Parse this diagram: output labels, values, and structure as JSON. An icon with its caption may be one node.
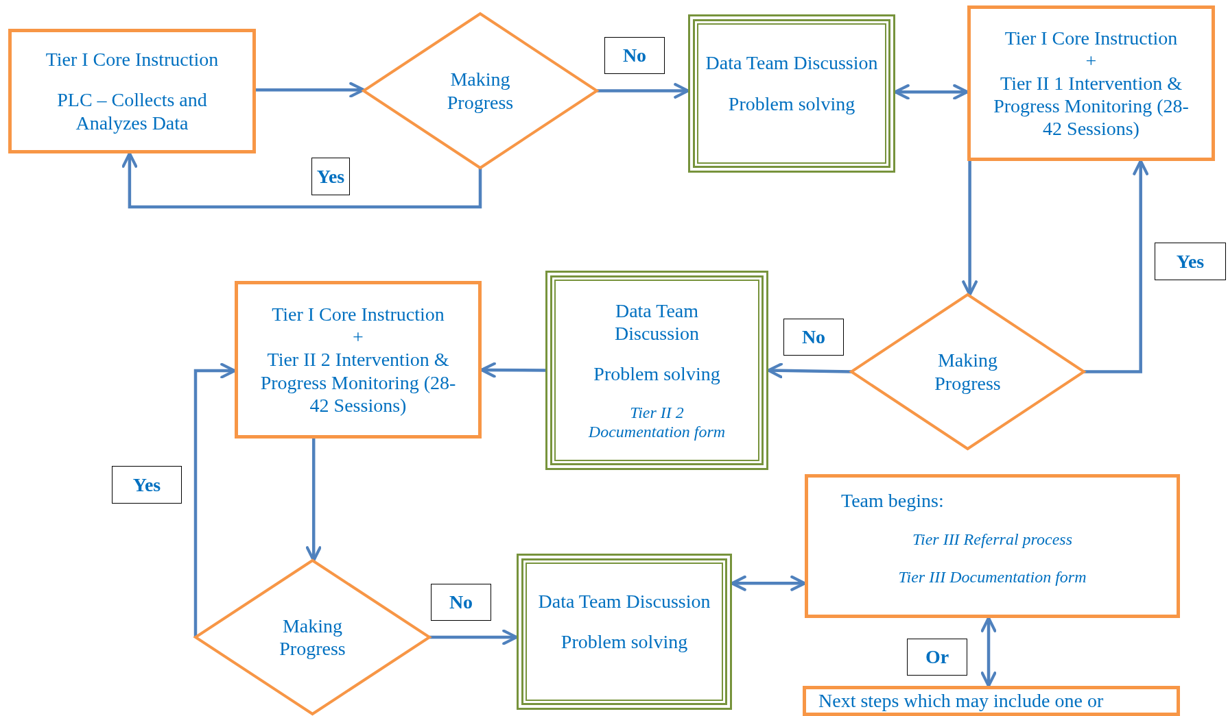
{
  "diagram": {
    "nodes": [
      {
        "text": [
          "Tier I Core Instruction",
          "PLC – Collects and Analyzes Data"
        ]
      },
      {
        "text": [
          "Making Progress"
        ]
      },
      {
        "text": [
          "Data Team Discussion",
          "Problem solving"
        ]
      },
      {
        "text": [
          "Tier I Core Instruction",
          "+",
          "Tier II 1 Intervention & Progress Monitoring (28-42 Sessions)"
        ]
      },
      {
        "text": [
          "Making Progress"
        ]
      },
      {
        "text": [
          "Data Team Discussion",
          "Problem solving",
          "Tier II 2 Documentation form"
        ]
      },
      {
        "text": [
          "Tier I Core Instruction",
          "+",
          "Tier II 2 Intervention & Progress Monitoring (28-42 Sessions)"
        ]
      },
      {
        "text": [
          "Making Progress"
        ]
      },
      {
        "text": [
          "Data Team Discussion",
          "Problem solving"
        ]
      },
      {
        "text": [
          "Team begins:",
          "Tier III Referral process",
          "Tier III Documentation form"
        ]
      },
      {
        "text": [
          "Next steps which may include one or"
        ]
      }
    ],
    "edges": [
      {
        "from": 0,
        "to": 1,
        "arrow": "to"
      },
      {
        "from": 1,
        "to": 2,
        "arrow": "to",
        "label": "No"
      },
      {
        "from": 1,
        "to": 0,
        "arrow": "to",
        "label": "Yes"
      },
      {
        "from": 2,
        "to": 3,
        "arrow": "both"
      },
      {
        "from": 3,
        "to": 4,
        "arrow": "to"
      },
      {
        "from": 4,
        "to": 3,
        "arrow": "to",
        "label": "Yes"
      },
      {
        "from": 4,
        "to": 5,
        "arrow": "to",
        "label": "No"
      },
      {
        "from": 5,
        "to": 6,
        "arrow": "to"
      },
      {
        "from": 6,
        "to": 7,
        "arrow": "to"
      },
      {
        "from": 7,
        "to": 6,
        "arrow": "to",
        "label": "Yes"
      },
      {
        "from": 7,
        "to": 8,
        "arrow": "to",
        "label": "No"
      },
      {
        "from": 8,
        "to": 9,
        "arrow": "both"
      },
      {
        "from": 9,
        "to": 10,
        "arrow": "both",
        "label": "Or"
      }
    ]
  }
}
